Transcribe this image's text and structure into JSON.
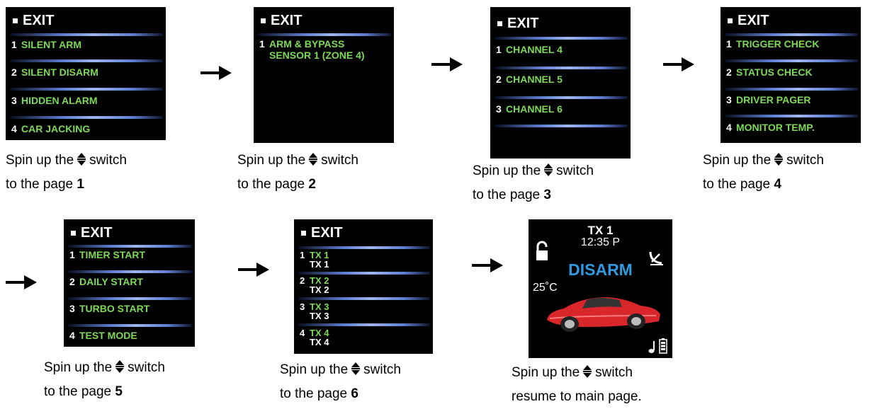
{
  "exit_label": "EXIT",
  "caption_prefix": "Spin up the",
  "caption_suffix": "switch",
  "caption_page_prefix": "to the page",
  "pages": [
    {
      "number": "1",
      "items": [
        {
          "num": "1",
          "label": "SILENT ARM"
        },
        {
          "num": "2",
          "label": "SILENT DISARM"
        },
        {
          "num": "3",
          "label": "HIDDEN ALARM"
        },
        {
          "num": "4",
          "label": "CAR JACKING"
        }
      ]
    },
    {
      "number": "2",
      "items": [
        {
          "num": "1",
          "label": "ARM & BYPASS",
          "label2": "SENSOR 1  (ZONE 4)"
        }
      ]
    },
    {
      "number": "3",
      "items": [
        {
          "num": "1",
          "label": "CHANNEL 4"
        },
        {
          "num": "2",
          "label": "CHANNEL 5"
        },
        {
          "num": "3",
          "label": "CHANNEL 6"
        }
      ]
    },
    {
      "number": "4",
      "items": [
        {
          "num": "1",
          "label": "TRIGGER CHECK"
        },
        {
          "num": "2",
          "label": "STATUS  CHECK"
        },
        {
          "num": "3",
          "label": "DRIVER PAGER"
        },
        {
          "num": "4",
          "label": "MONITOR TEMP."
        }
      ]
    },
    {
      "number": "5",
      "items": [
        {
          "num": "1",
          "label": "TIMER START"
        },
        {
          "num": "2",
          "label": "DAILY START"
        },
        {
          "num": "3",
          "label": "TURBO START"
        },
        {
          "num": "4",
          "label": "TEST MODE"
        }
      ]
    },
    {
      "number": "6",
      "items": [
        {
          "num": "1",
          "label": "TX 1",
          "label2": "TX 1"
        },
        {
          "num": "2",
          "label": "TX 2",
          "label2": "TX 2"
        },
        {
          "num": "3",
          "label": "TX 3",
          "label2": "TX 3"
        },
        {
          "num": "4",
          "label": "TX 4",
          "label2": "TX 4"
        }
      ]
    }
  ],
  "main_screen": {
    "tx": "TX 1",
    "time": "12:35 P",
    "status": "DISARM",
    "temperature": "25˚C"
  },
  "final_caption_line2": "resume to main page.",
  "colors": {
    "menu_text": "#7ed957",
    "divider": "#5d7fd2",
    "status_text": "#2f9ae0",
    "car": "#d8262a",
    "screen_bg": "#000000"
  }
}
